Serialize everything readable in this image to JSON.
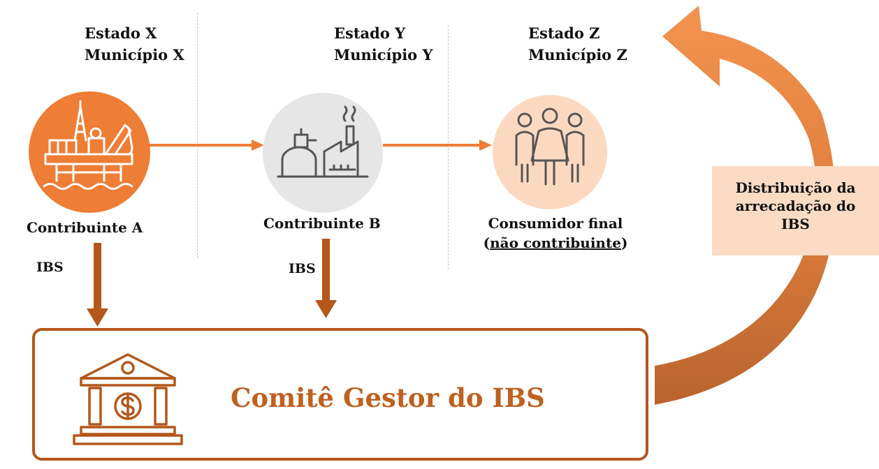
{
  "columns": [
    {
      "estado": "Estado X",
      "municipio": "Município X"
    },
    {
      "estado": "Estado Y",
      "municipio": "Município Y"
    },
    {
      "estado": "Estado Z",
      "municipio": "Município Z"
    }
  ],
  "nodes": {
    "contribuinte_a": {
      "label": "Contribuinte A",
      "icon": "oil-platform-icon"
    },
    "contribuinte_b": {
      "label": "Contribuinte B",
      "icon": "factory-icon"
    },
    "consumidor": {
      "label_line1": "Consumidor final",
      "label_line2_open": "(",
      "label_line2_underlined": "não contribuinte",
      "label_line2_close": ")",
      "icon": "people-group-icon"
    }
  },
  "flows": {
    "ibs_a": "IBS",
    "ibs_b": "IBS"
  },
  "gestor": {
    "title": "Comitê Gestor do IBS",
    "icon": "bank-dollar-icon"
  },
  "distribution": {
    "line1": "Distribuição da",
    "line2": "arrecadação do",
    "line3": "IBS"
  },
  "colors": {
    "orange": "#ee7d35",
    "dark_orange": "#b5561a",
    "title_orange": "#c0601f",
    "grey_circle": "#e6e6e6",
    "peach_circle": "#fbd9c0",
    "dist_fill": "#fbdbc4"
  }
}
